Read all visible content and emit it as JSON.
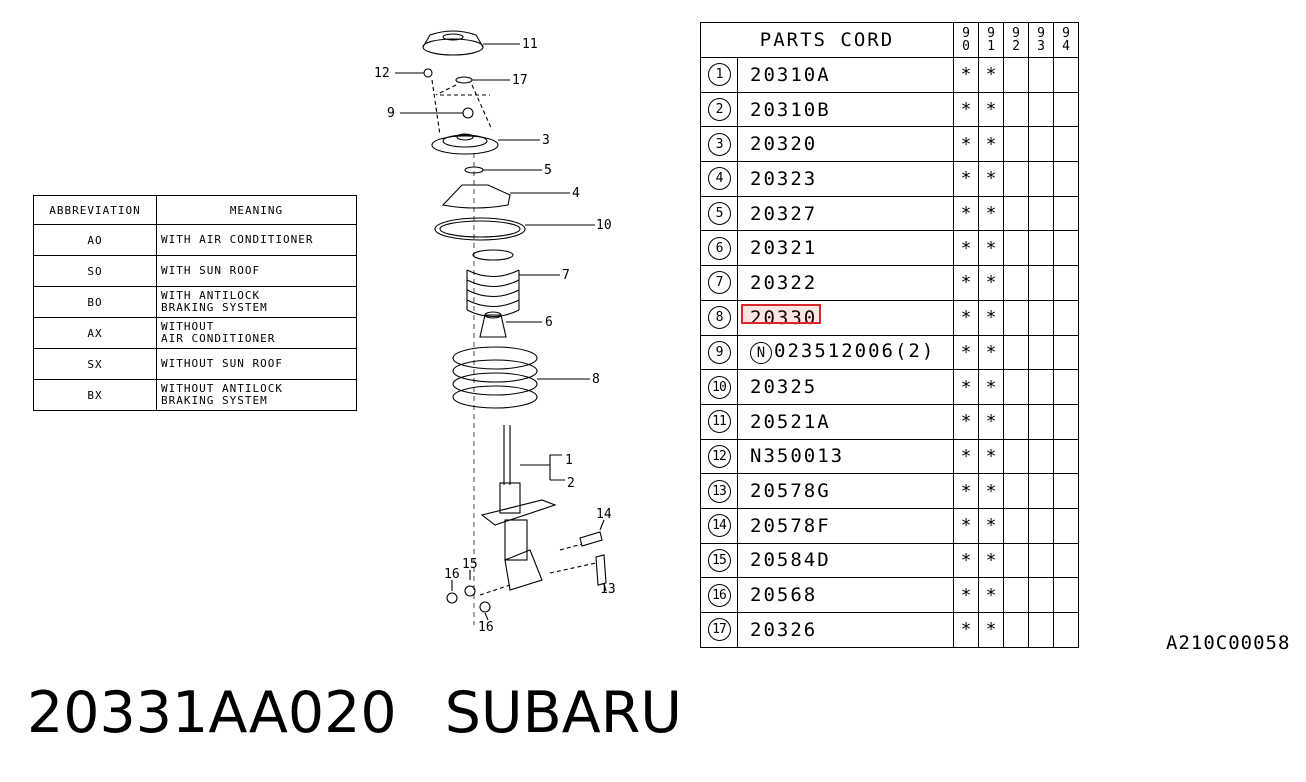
{
  "abbreviation_table": {
    "header": {
      "abbreviation": "ABBREVIATION",
      "meaning": "MEANING"
    },
    "rows": [
      {
        "abbr": "AO",
        "meaning": "WITH  AIR  CONDITIONER"
      },
      {
        "abbr": "SO",
        "meaning": "WITH  SUN  ROOF"
      },
      {
        "abbr": "BO",
        "meaning": "WITH  ANTILOCK\nBRAKING  SYSTEM"
      },
      {
        "abbr": "AX",
        "meaning": "WITHOUT\nAIR  CONDITIONER"
      },
      {
        "abbr": "SX",
        "meaning": "WITHOUT  SUN  ROOF"
      },
      {
        "abbr": "BX",
        "meaning": "WITHOUT  ANTILOCK\nBRAKING  SYSTEM"
      }
    ]
  },
  "parts_table": {
    "header": {
      "code": "PARTS CORD",
      "years": [
        "9\n0",
        "9\n1",
        "9\n2",
        "9\n3",
        "9\n4"
      ]
    },
    "rows": [
      {
        "num": "1",
        "code": "20310A",
        "marks": [
          "*",
          "*",
          "",
          "",
          ""
        ]
      },
      {
        "num": "2",
        "code": "20310B",
        "marks": [
          "*",
          "*",
          "",
          "",
          ""
        ]
      },
      {
        "num": "3",
        "code": "20320",
        "marks": [
          "*",
          "*",
          "",
          "",
          ""
        ]
      },
      {
        "num": "4",
        "code": "20323",
        "marks": [
          "*",
          "*",
          "",
          "",
          ""
        ]
      },
      {
        "num": "5",
        "code": "20327",
        "marks": [
          "*",
          "*",
          "",
          "",
          ""
        ]
      },
      {
        "num": "6",
        "code": "20321",
        "marks": [
          "*",
          "*",
          "",
          "",
          ""
        ]
      },
      {
        "num": "7",
        "code": "20322",
        "marks": [
          "*",
          "*",
          "",
          "",
          ""
        ]
      },
      {
        "num": "8",
        "code": "20330",
        "marks": [
          "*",
          "*",
          "",
          "",
          ""
        ],
        "highlighted": true
      },
      {
        "num": "9",
        "prefix": "N",
        "code": "023512006(2)",
        "marks": [
          "*",
          "*",
          "",
          "",
          ""
        ]
      },
      {
        "num": "10",
        "code": "20325",
        "marks": [
          "*",
          "*",
          "",
          "",
          ""
        ]
      },
      {
        "num": "11",
        "code": "20521A",
        "marks": [
          "*",
          "*",
          "",
          "",
          ""
        ]
      },
      {
        "num": "12",
        "code": "N350013",
        "marks": [
          "*",
          "*",
          "",
          "",
          ""
        ]
      },
      {
        "num": "13",
        "code": "20578G",
        "marks": [
          "*",
          "*",
          "",
          "",
          ""
        ]
      },
      {
        "num": "14",
        "code": "20578F",
        "marks": [
          "*",
          "*",
          "",
          "",
          ""
        ]
      },
      {
        "num": "15",
        "code": "20584D",
        "marks": [
          "*",
          "*",
          "",
          "",
          ""
        ]
      },
      {
        "num": "16",
        "code": "20568",
        "marks": [
          "*",
          "*",
          "",
          "",
          ""
        ]
      },
      {
        "num": "17",
        "code": "20326",
        "marks": [
          "*",
          "*",
          "",
          "",
          ""
        ]
      }
    ],
    "highlight_color": "#d9262c"
  },
  "diagram": {
    "callouts": [
      "11",
      "12",
      "17",
      "9",
      "3",
      "5",
      "4",
      "10",
      "7",
      "6",
      "8",
      "1",
      "2",
      "14",
      "15",
      "16",
      "13",
      "16"
    ]
  },
  "image_code": "A210C00058",
  "footer": {
    "part_number": "20331AA020",
    "brand": "SUBARU"
  }
}
